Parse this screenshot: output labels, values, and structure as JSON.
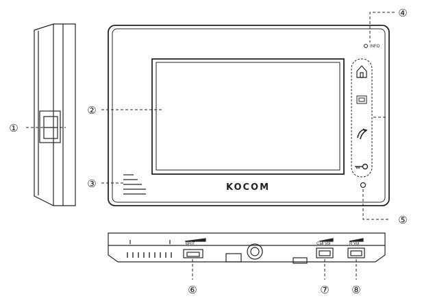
{
  "device": {
    "brand": "KOCOM",
    "bottom_labels": {
      "brit": "BRIT",
      "call_vol": "Call  Vol",
      "r_vol": "R   Vol"
    },
    "tiny_label": "INFO"
  },
  "callouts": [
    {
      "number": "①"
    },
    {
      "number": "②"
    },
    {
      "number": "③"
    },
    {
      "number": "④"
    },
    {
      "number": "⑤"
    },
    {
      "number": "⑥"
    },
    {
      "number": "⑦"
    },
    {
      "number": "⑧"
    }
  ],
  "icons": [
    "home-icon",
    "monitor-icon",
    "phone-icon",
    "key-icon",
    "led-indicator"
  ],
  "colors": {
    "line": "#222222",
    "background": "#ffffff"
  }
}
